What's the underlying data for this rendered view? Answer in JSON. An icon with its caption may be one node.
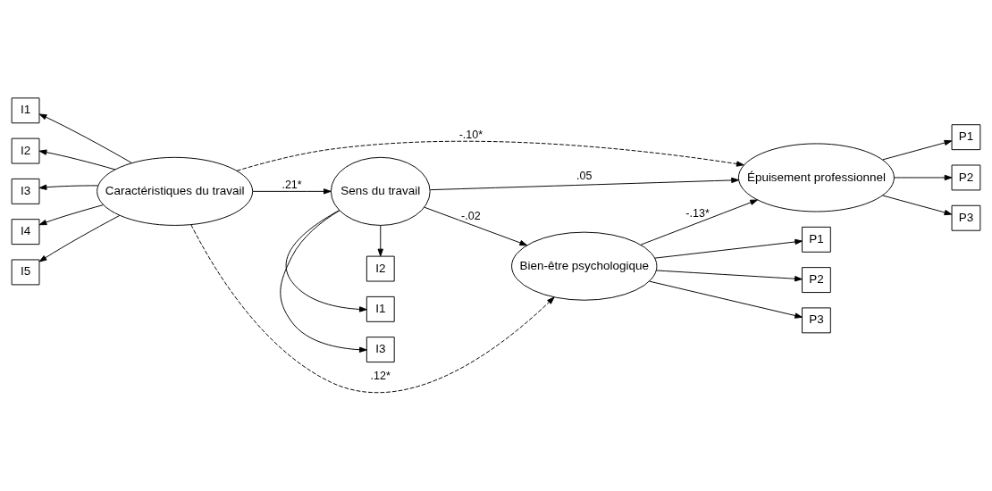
{
  "diagram": {
    "nodes": [
      {
        "text": [
          "I1"
        ]
      },
      {
        "text": [
          "I2"
        ]
      },
      {
        "text": [
          "I3"
        ]
      },
      {
        "text": [
          "I4"
        ]
      },
      {
        "text": [
          "I5"
        ]
      },
      {
        "text": [
          "Caractéristiques du travail"
        ]
      },
      {
        "text": [
          "I1"
        ]
      },
      {
        "text": [
          "I2"
        ]
      },
      {
        "text": [
          "I3"
        ]
      },
      {
        "text": [
          "Sens du travail"
        ]
      },
      {
        "text": [
          "Bien-être psychologique"
        ]
      },
      {
        "text": [
          "Épuisement professionnel"
        ]
      },
      {
        "text": [
          "P1"
        ]
      },
      {
        "text": [
          "P2"
        ]
      },
      {
        "text": [
          "P3"
        ]
      },
      {
        "text": [
          "P1"
        ]
      },
      {
        "text": [
          "P2"
        ]
      },
      {
        "text": [
          "P3"
        ]
      }
    ],
    "edges": [
      {
        "from": 5,
        "to": 0,
        "arrow": "to"
      },
      {
        "from": 5,
        "to": 1,
        "arrow": "to"
      },
      {
        "from": 5,
        "to": 2,
        "arrow": "to"
      },
      {
        "from": 5,
        "to": 3,
        "arrow": "to"
      },
      {
        "from": 5,
        "to": 4,
        "arrow": "to"
      },
      {
        "from": 5,
        "to": 9,
        "arrow": "to",
        "label": ".21*"
      },
      {
        "from": 9,
        "to": 6,
        "arrow": "to"
      },
      {
        "from": 9,
        "to": 7,
        "arrow": "to"
      },
      {
        "from": 9,
        "to": 8,
        "arrow": "to"
      },
      {
        "from": 5,
        "to": 10,
        "arrow": "to",
        "label": ".12*",
        "style": "dashed"
      },
      {
        "from": 9,
        "to": 10,
        "arrow": "to",
        "label": "-.02"
      },
      {
        "from": 9,
        "to": 11,
        "arrow": "to",
        "label": ".05"
      },
      {
        "from": 5,
        "to": 11,
        "arrow": "to",
        "label": "-.10*",
        "style": "dashed"
      },
      {
        "from": 10,
        "to": 11,
        "arrow": "to",
        "label": "-.13*"
      },
      {
        "from": 10,
        "to": 12,
        "arrow": "to"
      },
      {
        "from": 10,
        "to": 13,
        "arrow": "to"
      },
      {
        "from": 10,
        "to": 14,
        "arrow": "to"
      },
      {
        "from": 11,
        "to": 15,
        "arrow": "to"
      },
      {
        "from": 11,
        "to": 16,
        "arrow": "to"
      },
      {
        "from": 11,
        "to": 17,
        "arrow": "to"
      }
    ]
  }
}
